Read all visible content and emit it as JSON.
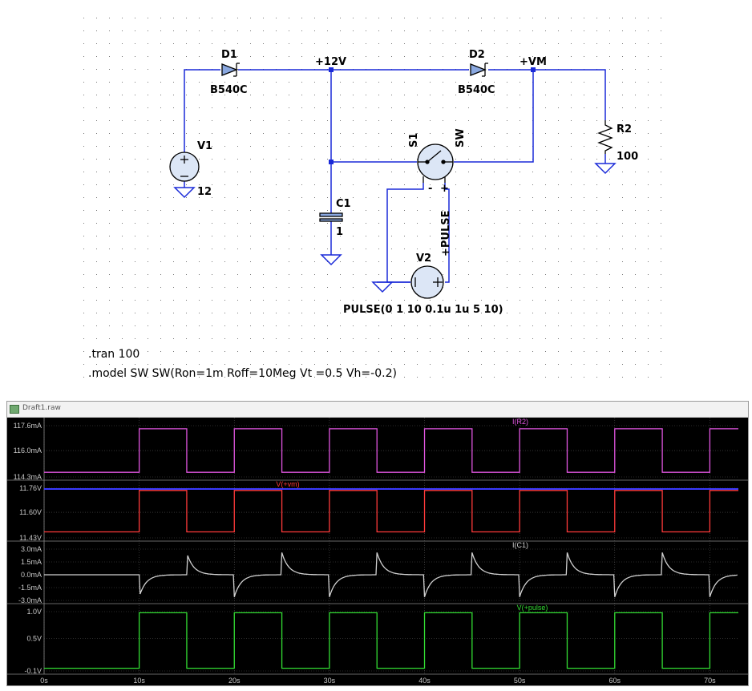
{
  "schematic": {
    "components": {
      "d1": {
        "ref": "D1",
        "value": "B540C"
      },
      "d2": {
        "ref": "D2",
        "value": "B540C"
      },
      "v1": {
        "ref": "V1",
        "value": "12"
      },
      "c1": {
        "ref": "C1",
        "value": "1"
      },
      "r2": {
        "ref": "R2",
        "value": "100"
      },
      "s1": {
        "ref": "S1",
        "model": "SW"
      },
      "v2": {
        "ref": "V2",
        "value": "PULSE(0 1 10 0.1u 1u 5 10)"
      }
    },
    "nets": {
      "n12v": "+12V",
      "vm": "+VM",
      "pulse": "+PULSE"
    },
    "pin_marks": {
      "minus": "-",
      "plus": "+"
    },
    "directives": [
      ".tran 100",
      ".model SW SW(Ron=1m Roff=10Meg Vt =0.5 Vh=-0.2)"
    ]
  },
  "waveform_window": {
    "title": "Draft1.raw",
    "x_ticks": [
      "0s",
      "10s",
      "20s",
      "30s",
      "40s",
      "50s",
      "60s",
      "70s"
    ],
    "colors": {
      "background": "#000000",
      "grid": "#555555",
      "axis_text": "#c8c8c8"
    },
    "panes": [
      {
        "trace": "I(R2)",
        "color": "#e055e0",
        "ticks": [
          "117.6mA",
          "116.0mA",
          "114.3mA"
        ]
      },
      {
        "trace": "V(+vm)",
        "color": "#ff3a3a",
        "ref_color": "#3a3aff",
        "ticks": [
          "11.76V",
          "11.60V",
          "11.43V"
        ]
      },
      {
        "trace": "I(C1)",
        "color": "#d0d0d0",
        "ticks": [
          "3.0mA",
          "1.5mA",
          "0.0mA",
          "-1.5mA",
          "-3.0mA"
        ]
      },
      {
        "trace": "V(+pulse)",
        "color": "#33dd33",
        "ticks": [
          "1.0V",
          "0.5V",
          "-0.1V"
        ]
      }
    ]
  }
}
